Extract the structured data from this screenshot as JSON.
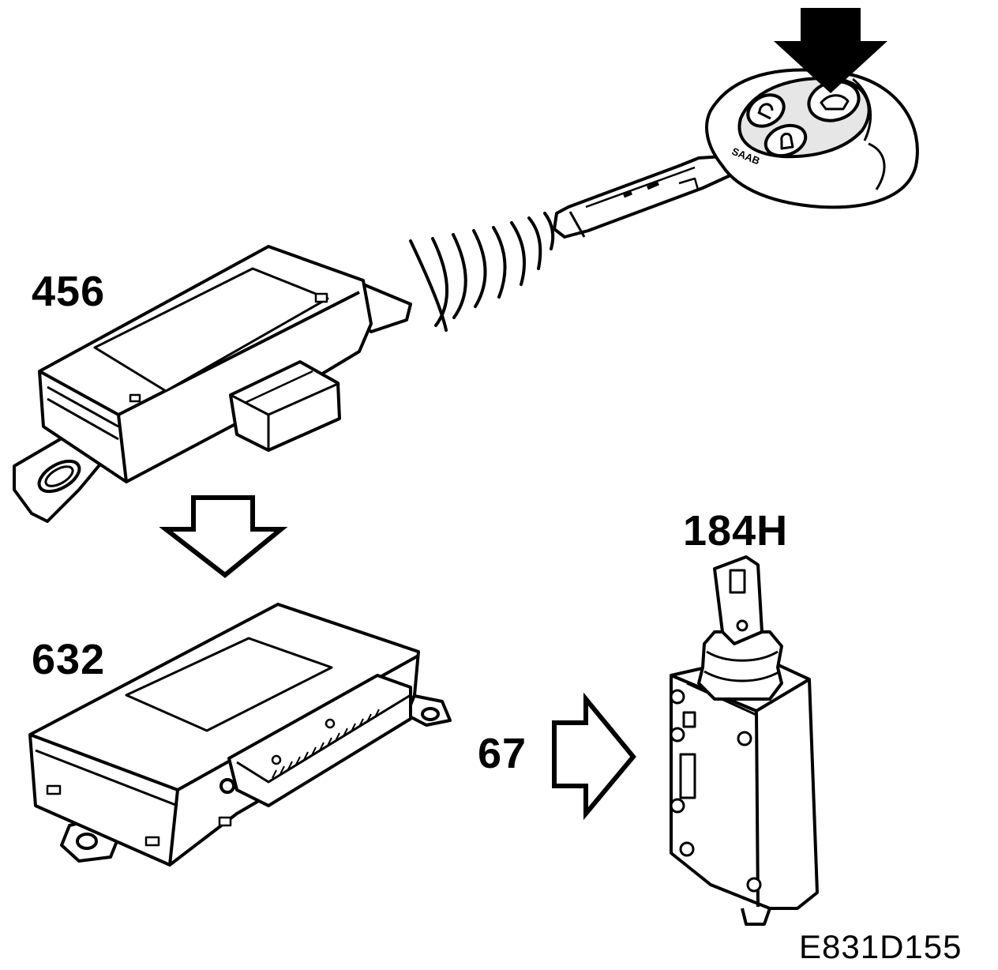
{
  "labels": {
    "receiver": "456",
    "control_module": "632",
    "signal": "67",
    "lock_motor": "184H",
    "figure_ref": "E831D155"
  },
  "key_brand": "SAAB",
  "colors": {
    "ink": "#000000",
    "paper": "#ffffff",
    "fob_shade": "#e6e6e6"
  },
  "icons": [
    "press-arrow-icon",
    "radio-waves-icon",
    "flow-arrow-down-icon",
    "flow-arrow-right-icon"
  ]
}
